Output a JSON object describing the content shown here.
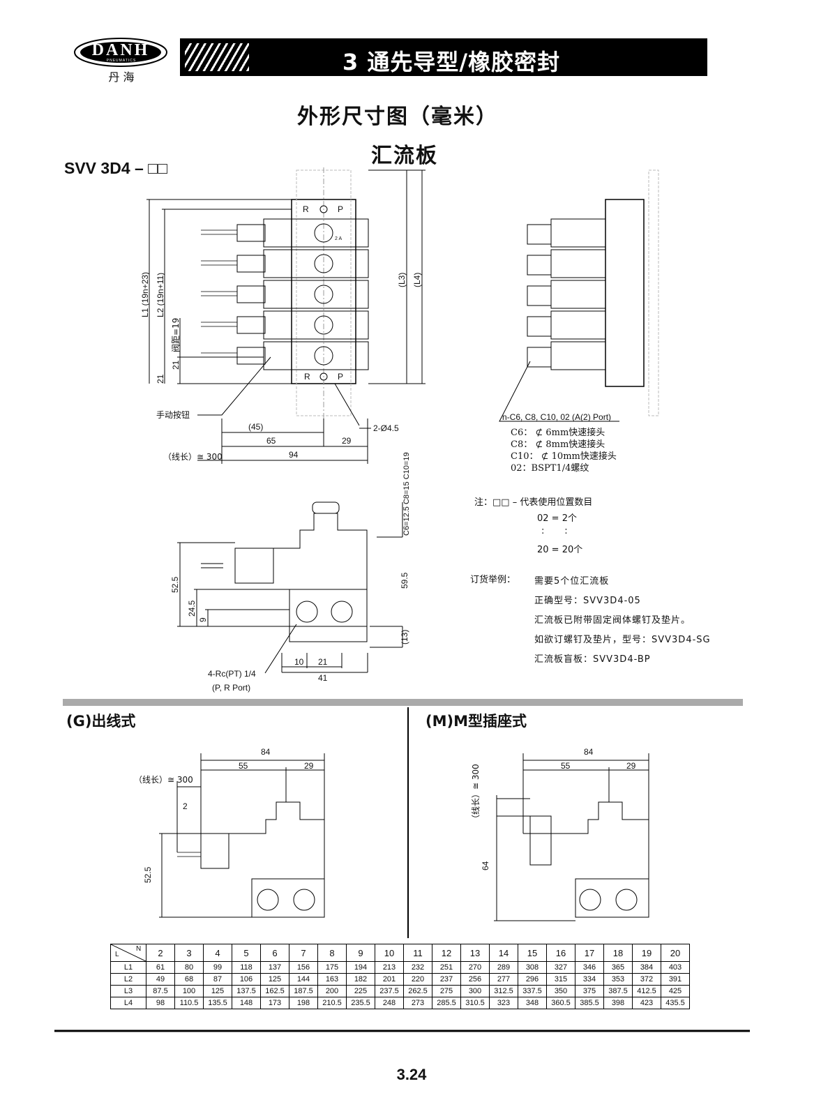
{
  "brand": {
    "logo_text": "DANH",
    "logo_sub": "PNEUMATICS",
    "name_cn": "丹 海"
  },
  "header": {
    "section_title": "3 通先导型/橡胶密封"
  },
  "page": {
    "title": "外形尺寸图（毫米）",
    "subtitle": "汇流板",
    "model": "SVV 3D4 – □□",
    "page_number": "3.24"
  },
  "top_drawing": {
    "label_L1": "L1 (19n+23)",
    "label_L2": "L2 (19n+11)",
    "label_pitch": "阀距=19",
    "label_21a": "21",
    "label_21b": "21",
    "label_L3": "(L3)",
    "label_L4": "(L4)",
    "port_R": "R",
    "port_P": "P",
    "port_R2": "R",
    "port_P2": "P",
    "port_2A": "2 A",
    "manual_button": "手动按钮",
    "hole": "2-Ø4.5",
    "dim_45": "(45)",
    "dim_65": "65",
    "dim_29": "29",
    "dim_94": "94",
    "wire_len": "（线长）≅ 300",
    "port_note": "n-C6, C8, C10, 02 (A(2) Port)",
    "fittings": [
      "C6：  ⊄ 6mm快速接头",
      "C8：  ⊄ 8mm快速接头",
      "C10：  ⊄ 10mm快速接头",
      "02：BSPT1/4螺纹"
    ]
  },
  "notes": {
    "note_line": "注：□□ – 代表使用位置数目",
    "ex1": "02 = 2个",
    "dots": ":       :",
    "ex2": "20 = 20个",
    "order_label": "订货举例：",
    "order_lines": [
      "需要5个位汇流板",
      "正确型号：SVV3D4-05",
      "汇流板已附带固定阀体螺钉及垫片。",
      "如欲订螺钉及垫片，型号：SVV3D4-SG",
      "汇流板盲板：SVV3D4-BP"
    ]
  },
  "side_drawing": {
    "c_labels": "C6=12.5  C8=15  C10=19",
    "dim_52_5": "52.5",
    "dim_24_5": "24.5",
    "dim_9": "9",
    "dim_59_5": "59.5",
    "dim_13": "(13)",
    "dim_10": "10",
    "dim_21": "21",
    "dim_41": "41",
    "thread": "4-Rc(PT) 1/4",
    "thread_ports": "(P, R Port)"
  },
  "section_g": {
    "title": "(G)出线式",
    "dim_84": "84",
    "dim_55": "55",
    "dim_29": "29",
    "wire_len": "（线长）≅ 300",
    "dim_2": "2",
    "dim_52_5": "52.5"
  },
  "section_m": {
    "title": "(M)M型插座式",
    "dim_84": "84",
    "dim_55": "55",
    "dim_29": "29",
    "wire_len": "（线长）≅ 300",
    "dim_64": "64"
  },
  "length_table": {
    "corner_L": "L",
    "corner_N": "N",
    "n": [
      "2",
      "3",
      "4",
      "5",
      "6",
      "7",
      "8",
      "9",
      "10",
      "11",
      "12",
      "13",
      "14",
      "15",
      "16",
      "17",
      "18",
      "19",
      "20"
    ],
    "rows": [
      {
        "label": "L1",
        "values": [
          "61",
          "80",
          "99",
          "118",
          "137",
          "156",
          "175",
          "194",
          "213",
          "232",
          "251",
          "270",
          "289",
          "308",
          "327",
          "346",
          "365",
          "384",
          "403"
        ]
      },
      {
        "label": "L2",
        "values": [
          "49",
          "68",
          "87",
          "106",
          "125",
          "144",
          "163",
          "182",
          "201",
          "220",
          "237",
          "256",
          "277",
          "296",
          "315",
          "334",
          "353",
          "372",
          "391"
        ]
      },
      {
        "label": "L3",
        "values": [
          "87.5",
          "100",
          "125",
          "137.5",
          "162.5",
          "187.5",
          "200",
          "225",
          "237.5",
          "262.5",
          "275",
          "300",
          "312.5",
          "337.5",
          "350",
          "375",
          "387.5",
          "412.5",
          "425"
        ]
      },
      {
        "label": "L4",
        "values": [
          "98",
          "110.5",
          "135.5",
          "148",
          "173",
          "198",
          "210.5",
          "235.5",
          "248",
          "273",
          "285.5",
          "310.5",
          "323",
          "348",
          "360.5",
          "385.5",
          "398",
          "423",
          "435.5"
        ]
      }
    ]
  }
}
